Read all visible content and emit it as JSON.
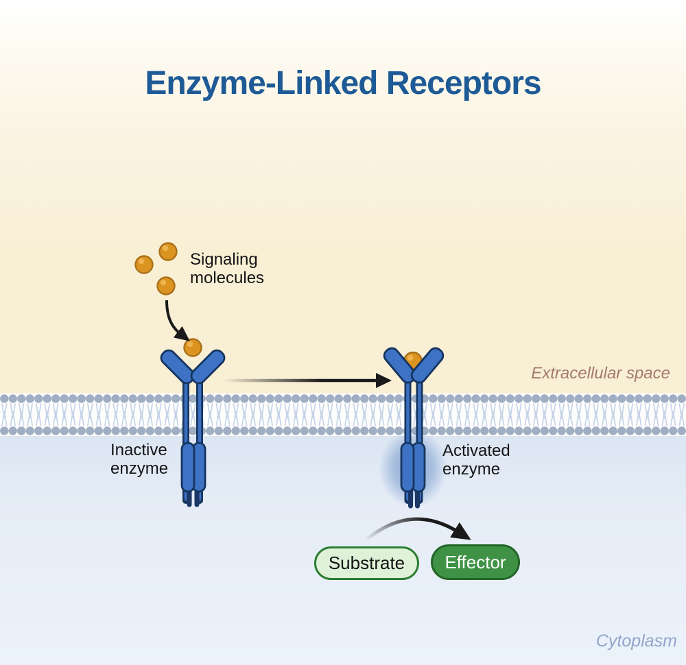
{
  "title": "Enzyme-Linked Receptors",
  "regions": {
    "extracellular_label": "Extracellular space",
    "cytoplasm_label": "Cytoplasm"
  },
  "annotations": {
    "signaling_molecules": "Signaling\nmolecules",
    "inactive_enzyme": "Inactive\nenzyme",
    "activated_enzyme": "Activated\nenzyme"
  },
  "nodes": {
    "substrate": "Substrate",
    "effector": "Effector"
  },
  "colors": {
    "title_text": "#1E5A96",
    "receptor_fill": "#3D72C4",
    "receptor_outline": "#16355F",
    "ligand_fill": "#DC9421",
    "ligand_outline": "#A9711A",
    "membrane_head": "#9FAEC3",
    "membrane_tail": "#C7D5E9",
    "extracellular_bg": "#F9EFD5",
    "cytoplasm_bg": "#E3EBF7",
    "extracellular_text": "#A47B6D",
    "cytoplasm_text": "#93A5C9",
    "substrate_fill": "#DFF2D8",
    "substrate_border": "#2E7D32",
    "effector_fill": "#3F9245",
    "effector_border": "#236528",
    "arrow": "#1A1A1A",
    "activation_glow": "#4E7CBB"
  }
}
